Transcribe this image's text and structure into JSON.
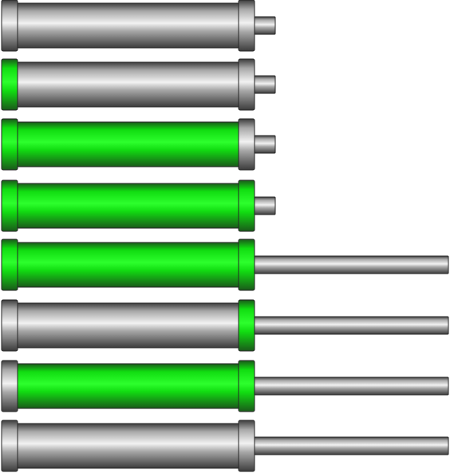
{
  "colors": {
    "steel_light": "#f2f2f2",
    "steel_mid": "#a8a8a8",
    "steel_dark": "#3c3c3c",
    "green_light": "#2dff2d",
    "green_mid": "#11dd11",
    "green_dark": "#1a5a1a",
    "outline": "#262626"
  },
  "cylinders": [
    {
      "name": "cylinder-1",
      "rod": "retracted",
      "back_cap_active": false,
      "barrel_active": false,
      "front_cap_active": false
    },
    {
      "name": "cylinder-2",
      "rod": "retracted",
      "back_cap_active": true,
      "barrel_active": false,
      "front_cap_active": false
    },
    {
      "name": "cylinder-3",
      "rod": "retracted",
      "back_cap_active": true,
      "barrel_active": true,
      "front_cap_active": false
    },
    {
      "name": "cylinder-4",
      "rod": "retracted",
      "back_cap_active": true,
      "barrel_active": true,
      "front_cap_active": true
    },
    {
      "name": "cylinder-5",
      "rod": "extended",
      "back_cap_active": true,
      "barrel_active": true,
      "front_cap_active": true
    },
    {
      "name": "cylinder-6",
      "rod": "extended",
      "back_cap_active": false,
      "barrel_active": false,
      "front_cap_active": true
    },
    {
      "name": "cylinder-7",
      "rod": "extended",
      "back_cap_active": false,
      "barrel_active": true,
      "front_cap_active": true
    },
    {
      "name": "cylinder-8",
      "rod": "extended",
      "back_cap_active": false,
      "barrel_active": false,
      "front_cap_active": false
    }
  ]
}
